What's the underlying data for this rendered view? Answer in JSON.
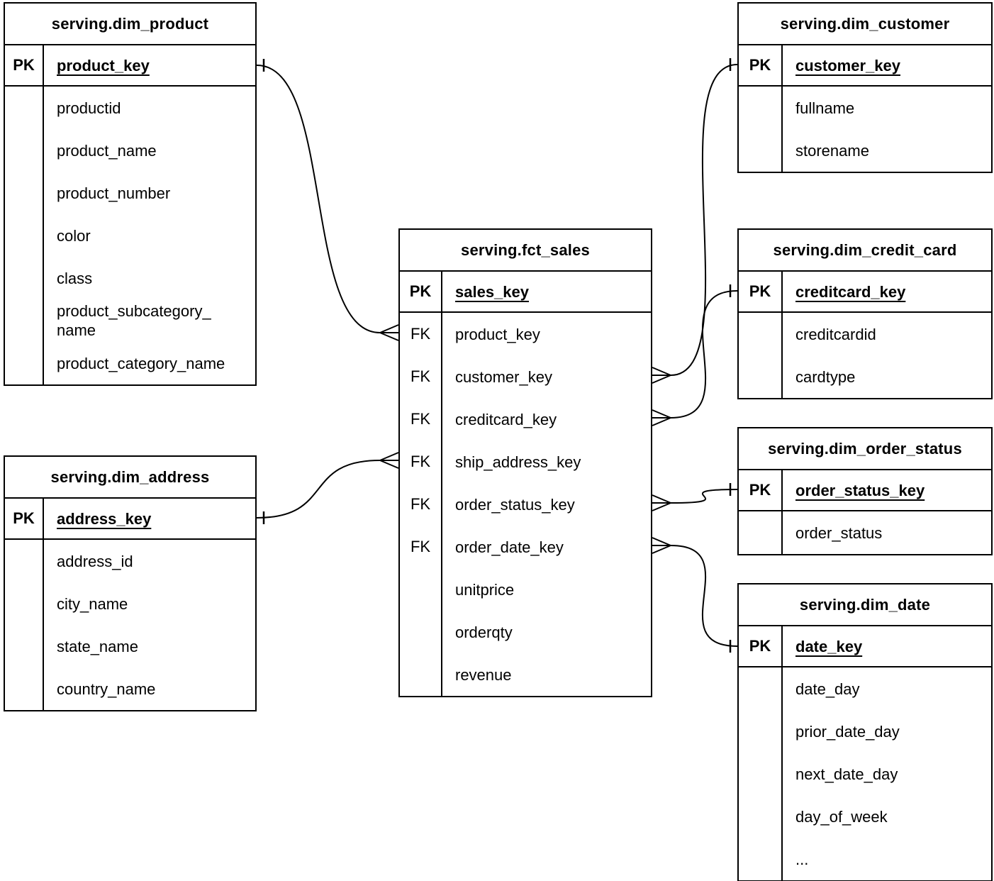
{
  "diagram": {
    "type": "entity-relationship",
    "background_color": "#ffffff",
    "line_color": "#000000",
    "text_color": "#000000",
    "notation": "crow's foot (many at fact table, single tick at dimension tables)"
  },
  "tables": [
    {
      "id": "dim_product",
      "title": "serving.dim_product",
      "key_tag": "PK",
      "key_name": "product_key",
      "rows": [
        {
          "tag": "",
          "name": "productid"
        },
        {
          "tag": "",
          "name": "product_name"
        },
        {
          "tag": "",
          "name": "product_number"
        },
        {
          "tag": "",
          "name": "color"
        },
        {
          "tag": "",
          "name": "class"
        },
        {
          "tag": "",
          "name": "product_subcategory_\nname"
        },
        {
          "tag": "",
          "name": "product_category_name"
        }
      ]
    },
    {
      "id": "dim_customer",
      "title": "serving.dim_customer",
      "key_tag": "PK",
      "key_name": "customer_key",
      "rows": [
        {
          "tag": "",
          "name": "fullname"
        },
        {
          "tag": "",
          "name": "storename"
        }
      ]
    },
    {
      "id": "fct_sales",
      "title": "serving.fct_sales",
      "key_tag": "PK",
      "key_name": "sales_key",
      "rows": [
        {
          "tag": "FK",
          "name": "product_key"
        },
        {
          "tag": "FK",
          "name": "customer_key"
        },
        {
          "tag": "FK",
          "name": "creditcard_key"
        },
        {
          "tag": "FK",
          "name": "ship_address_key"
        },
        {
          "tag": "FK",
          "name": "order_status_key"
        },
        {
          "tag": "FK",
          "name": "order_date_key"
        },
        {
          "tag": "",
          "name": "unitprice"
        },
        {
          "tag": "",
          "name": "orderqty"
        },
        {
          "tag": "",
          "name": "revenue"
        }
      ]
    },
    {
      "id": "dim_credit_card",
      "title": "serving.dim_credit_card",
      "key_tag": "PK",
      "key_name": "creditcard_key",
      "rows": [
        {
          "tag": "",
          "name": "creditcardid"
        },
        {
          "tag": "",
          "name": "cardtype"
        }
      ]
    },
    {
      "id": "dim_order_status",
      "title": "serving.dim_order_status",
      "key_tag": "PK",
      "key_name": "order_status_key",
      "rows": [
        {
          "tag": "",
          "name": "order_status"
        }
      ]
    },
    {
      "id": "dim_date",
      "title": "serving.dim_date",
      "key_tag": "PK",
      "key_name": "date_key",
      "rows": [
        {
          "tag": "",
          "name": "date_day"
        },
        {
          "tag": "",
          "name": "prior_date_day"
        },
        {
          "tag": "",
          "name": "next_date_day"
        },
        {
          "tag": "",
          "name": "day_of_week"
        },
        {
          "tag": "",
          "name": "..."
        }
      ]
    },
    {
      "id": "dim_address",
      "title": "serving.dim_address",
      "key_tag": "PK",
      "key_name": "address_key",
      "rows": [
        {
          "tag": "",
          "name": "address_id"
        },
        {
          "tag": "",
          "name": "city_name"
        },
        {
          "tag": "",
          "name": "state_name"
        },
        {
          "tag": "",
          "name": "country_name"
        }
      ]
    }
  ],
  "relationships": [
    {
      "many_table": "serving.fct_sales",
      "many_field": "product_key",
      "one_table": "serving.dim_product",
      "one_field": "product_key",
      "cardinality": "many-to-one"
    },
    {
      "many_table": "serving.fct_sales",
      "many_field": "ship_address_key",
      "one_table": "serving.dim_address",
      "one_field": "address_key",
      "cardinality": "many-to-one"
    },
    {
      "many_table": "serving.fct_sales",
      "many_field": "customer_key",
      "one_table": "serving.dim_customer",
      "one_field": "customer_key",
      "cardinality": "many-to-one"
    },
    {
      "many_table": "serving.fct_sales",
      "many_field": "creditcard_key",
      "one_table": "serving.dim_credit_card",
      "one_field": "creditcard_key",
      "cardinality": "many-to-one"
    },
    {
      "many_table": "serving.fct_sales",
      "many_field": "order_status_key",
      "one_table": "serving.dim_order_status",
      "one_field": "order_status_key",
      "cardinality": "many-to-one"
    },
    {
      "many_table": "serving.fct_sales",
      "many_field": "order_date_key",
      "one_table": "serving.dim_date",
      "one_field": "date_key",
      "cardinality": "many-to-one"
    }
  ]
}
